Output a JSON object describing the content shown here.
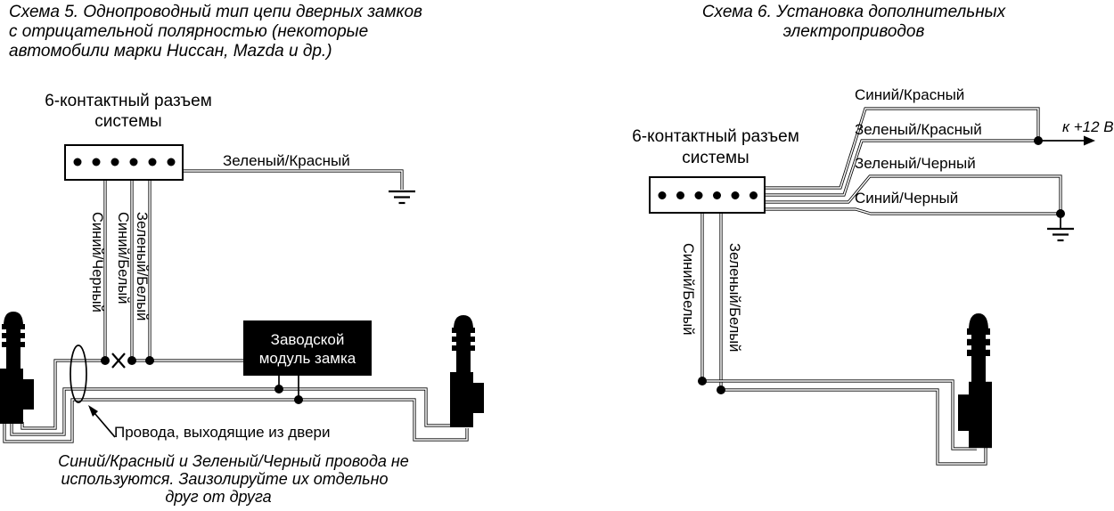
{
  "colors": {
    "line": "#000000",
    "background": "#ffffff",
    "module_fill": "#000000",
    "module_text": "#ffffff"
  },
  "s5": {
    "title": [
      "Схема 5. Однопроводный тип цепи дверных замков",
      "с отрицательной полярностью (некоторые",
      "автомобили марки Ниссан, Mazda и др.)"
    ],
    "connector_label": [
      "6-контактный разъем",
      "системы"
    ],
    "wires": {
      "green_red": "Зеленый/Красный",
      "blue_black": "Синий/Черный",
      "blue_white": "Синий/Белый",
      "green_white": "Зеленый/Белый"
    },
    "module": [
      "Заводской",
      "модуль замка"
    ],
    "door_wires_label": "Провода, выходящие из двери",
    "note": [
      "Синий/Красный и Зеленый/Черный провода не",
      "используются. Заизолируйте их отдельно",
      "друг от друга"
    ]
  },
  "s6": {
    "title": [
      "Схема 6. Установка дополнительных",
      "электроприводов"
    ],
    "connector_label": [
      "6-контактный разъем",
      "системы"
    ],
    "wires": {
      "blue_red": "Синий/Красный",
      "green_red": "Зеленый/Красный",
      "green_black": "Зеленый/Черный",
      "blue_black": "Синий/Черный",
      "blue_white": "Синий/Белый",
      "green_white": "Зеленый/Белый"
    },
    "plus12": "к +12 В"
  }
}
